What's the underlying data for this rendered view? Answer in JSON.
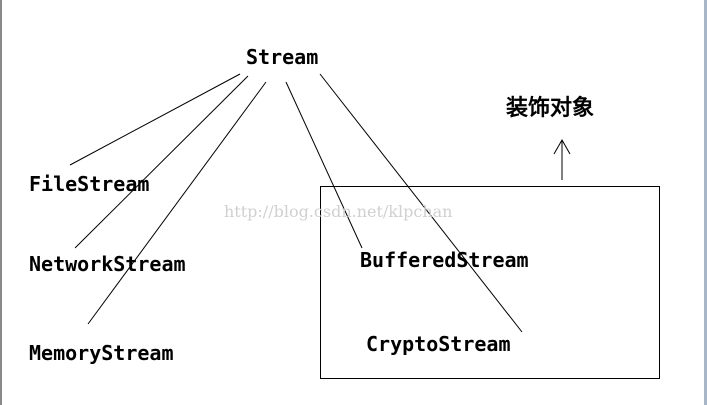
{
  "diagram": {
    "root": "Stream",
    "children": [
      {
        "id": "file",
        "label": "FileStream"
      },
      {
        "id": "network",
        "label": "NetworkStream"
      },
      {
        "id": "memory",
        "label": "MemoryStream"
      },
      {
        "id": "buffered",
        "label": "BufferedStream"
      },
      {
        "id": "crypto",
        "label": "CryptoStream"
      }
    ],
    "group_label": "装饰对象",
    "watermark": "http://blog.csdn.net/klpchan"
  }
}
